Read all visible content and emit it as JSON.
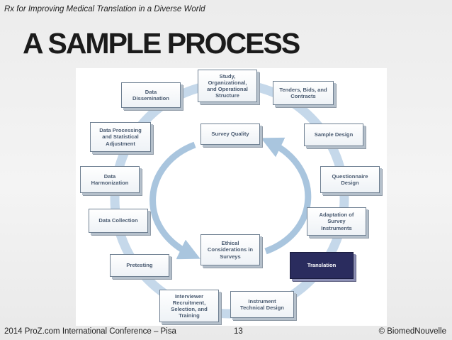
{
  "header": "Rx for Improving Medical Translation in a Diverse World",
  "title": "A SAMPLE PROCESS",
  "diagram": {
    "nodes": {
      "study": "Study,\nOrganizational,\nand Operational\nStructure",
      "tenders": "Tenders, Bids, and\nContracts",
      "sample_design": "Sample Design",
      "questionnaire": "Questionnaire\nDesign",
      "adaptation": "Adaptation of\nSurvey\nInstruments",
      "translation": "Translation",
      "instrument": "Instrument\nTechnical Design",
      "interviewer": "Interviewer\nRecruitment,\nSelection, and\nTraining",
      "pretesting": "Pretesting",
      "data_collection": "Data Collection",
      "data_harmonization": "Data\nHarmonization",
      "data_processing": "Data Processing\nand Statistical\nAdjustment",
      "data_dissemination": "Data\nDissemination",
      "survey_quality": "Survey Quality",
      "ethical": "Ethical\nConsiderations in\nSurveys"
    },
    "highlighted": "Translation",
    "colors": {
      "arrow": "#a9c5de",
      "node_text": "#4a5b71",
      "highlight_fill": "#2a2c5e"
    }
  },
  "footer": {
    "left": "2014 ProZ.com International Conference – Pisa",
    "page": "13",
    "right": "© BiomedNouvelle"
  }
}
